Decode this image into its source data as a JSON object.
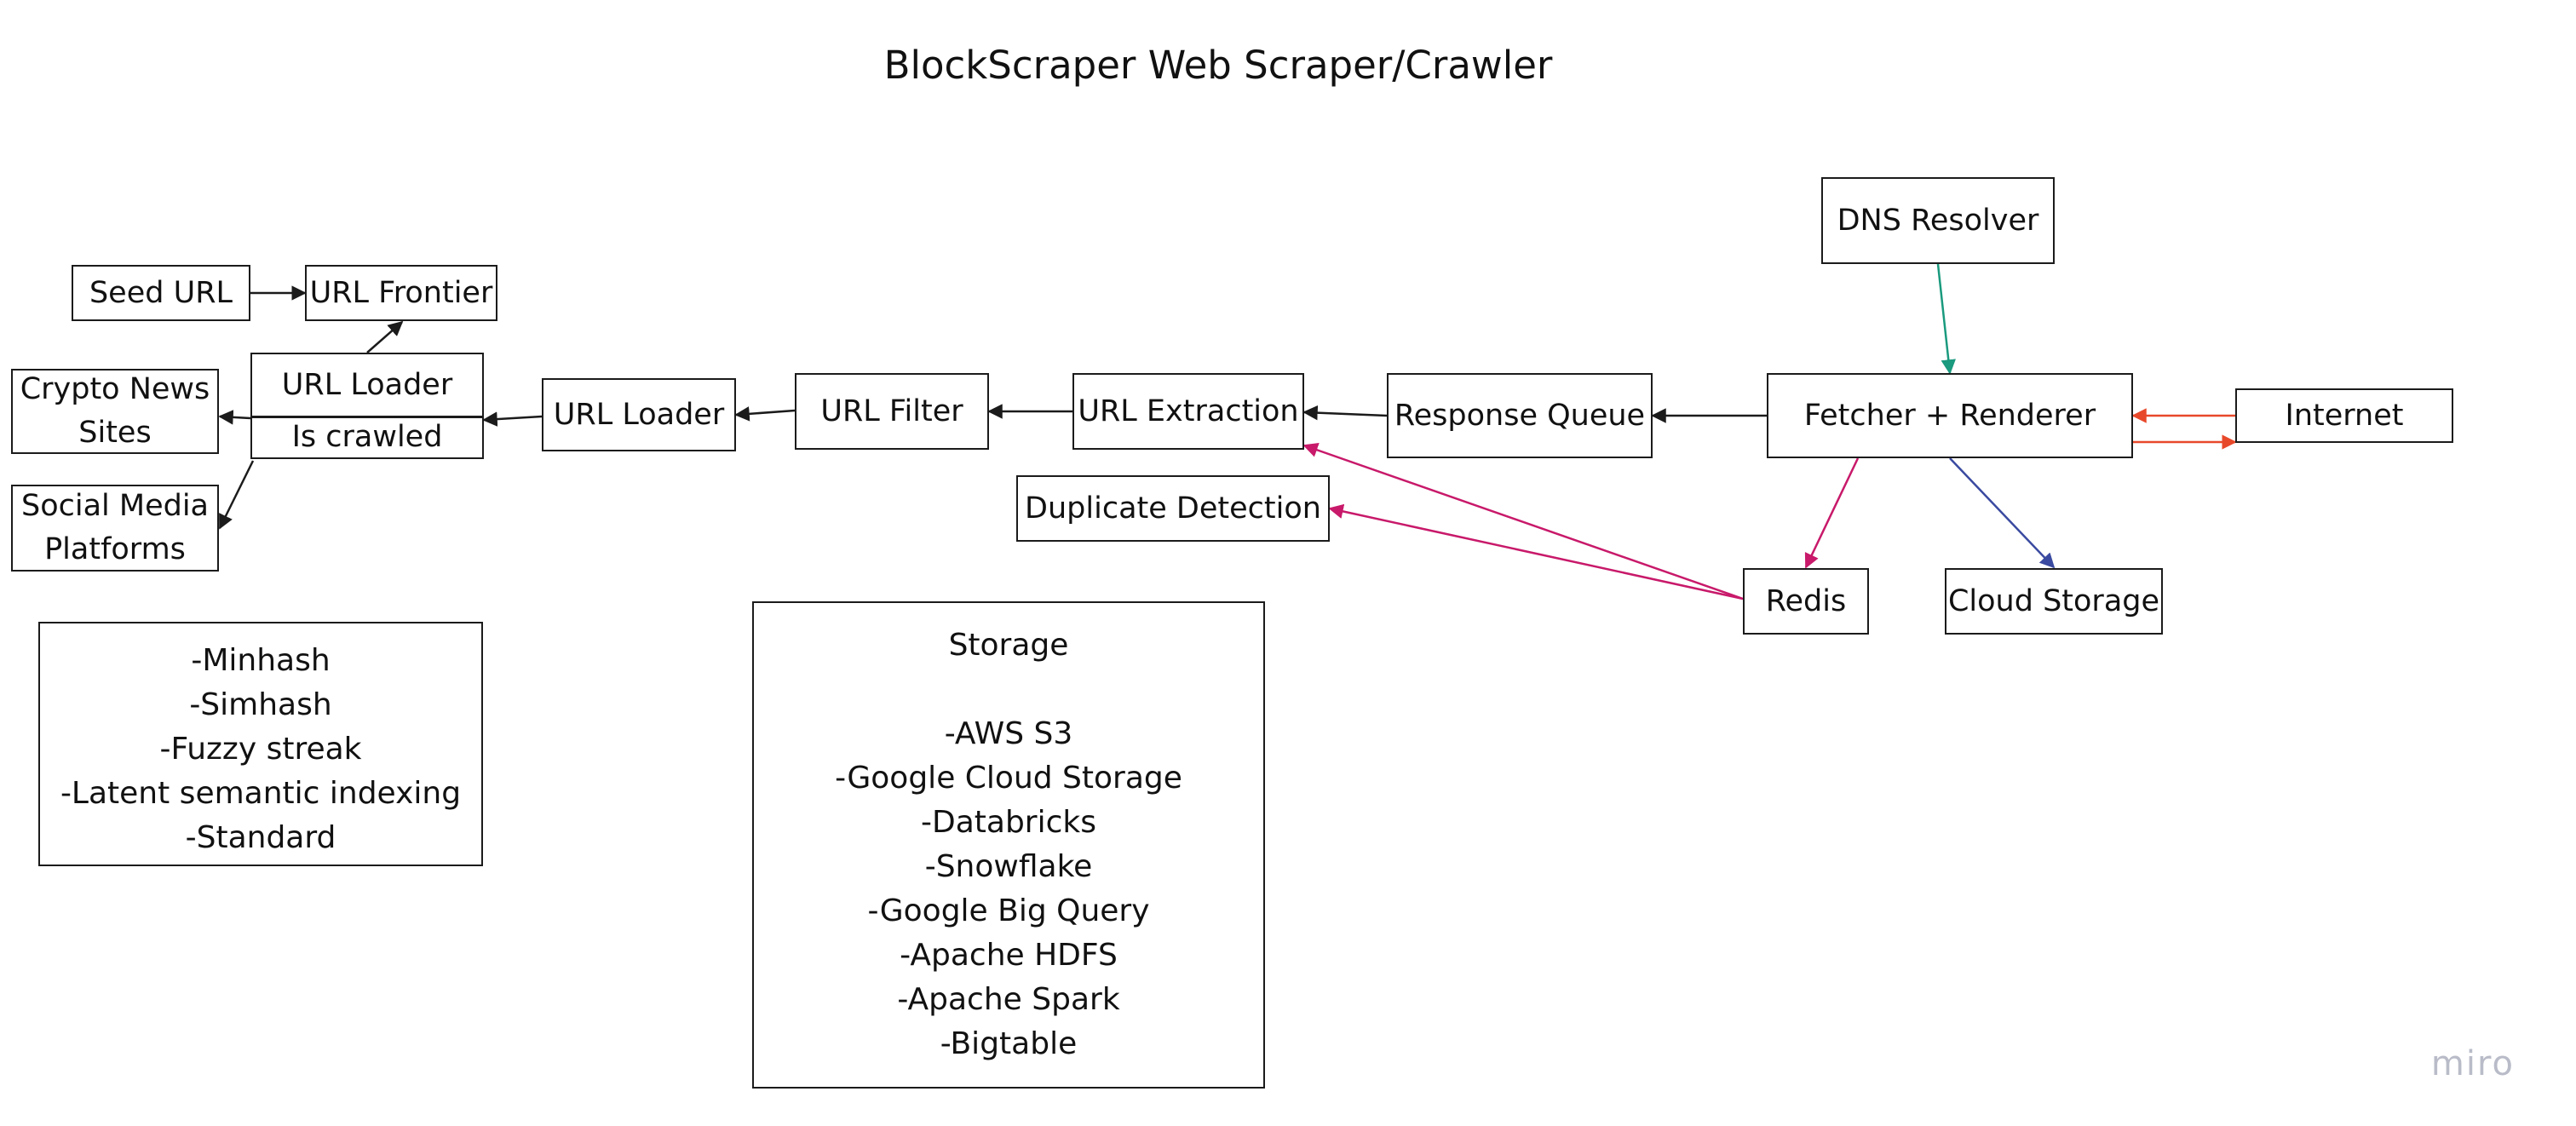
{
  "title": "BlockScraper Web Scraper/Crawler",
  "watermark": "miro",
  "colors": {
    "black": "#1b1b1b",
    "teal": "#1a9a7e",
    "red": "#e8482a",
    "magenta": "#c8196a",
    "navy": "#3a4aa0"
  },
  "nodes": {
    "seed_url": "Seed URL",
    "url_frontier": "URL Frontier",
    "url_loader_1": "URL Loader",
    "is_crawled": "Is crawled",
    "crypto_news": [
      "Crypto News",
      "Sites"
    ],
    "social_media": [
      "Social Media",
      "Platforms"
    ],
    "url_loader_2": "URL Loader",
    "url_filter": "URL Filter",
    "url_extraction": "URL Extraction",
    "response_queue": "Response Queue",
    "fetcher_renderer": "Fetcher + Renderer",
    "internet": "Internet",
    "dns_resolver": "DNS Resolver",
    "duplicate_detection": "Duplicate Detection",
    "redis": "Redis",
    "cloud_storage": "Cloud Storage"
  },
  "dedup_methods": [
    "-Minhash",
    "-Simhash",
    "-Fuzzy streak",
    "-Latent semantic indexing",
    "-Standard"
  ],
  "storage": {
    "heading": "Storage",
    "items": [
      "-AWS S3",
      "-Google Cloud Storage",
      "-Databricks",
      "-Snowflake",
      "-Google Big Query",
      "-Apache HDFS",
      "-Apache Spark",
      "-Bigtable"
    ]
  },
  "edges": [
    {
      "from": "seed_url",
      "to": "url_frontier",
      "color": "black"
    },
    {
      "from": "url_loader_1",
      "to": "url_frontier",
      "color": "black"
    },
    {
      "from": "url_loader_1",
      "to": "crypto_news",
      "color": "black"
    },
    {
      "from": "url_loader_1",
      "to": "social_media",
      "color": "black"
    },
    {
      "from": "url_loader_2",
      "to": "url_loader_1",
      "color": "black"
    },
    {
      "from": "url_filter",
      "to": "url_loader_2",
      "color": "black"
    },
    {
      "from": "url_extraction",
      "to": "url_filter",
      "color": "black"
    },
    {
      "from": "response_queue",
      "to": "url_extraction",
      "color": "black"
    },
    {
      "from": "fetcher_renderer",
      "to": "response_queue",
      "color": "black"
    },
    {
      "from": "dns_resolver",
      "to": "fetcher_renderer",
      "color": "teal"
    },
    {
      "from": "internet",
      "to": "fetcher_renderer",
      "color": "red"
    },
    {
      "from": "fetcher_renderer",
      "to": "internet",
      "color": "red"
    },
    {
      "from": "fetcher_renderer",
      "to": "redis",
      "color": "magenta"
    },
    {
      "from": "fetcher_renderer",
      "to": "cloud_storage",
      "color": "navy"
    },
    {
      "from": "redis",
      "to": "url_extraction",
      "color": "magenta"
    },
    {
      "from": "redis",
      "to": "duplicate_detection",
      "color": "magenta"
    }
  ]
}
